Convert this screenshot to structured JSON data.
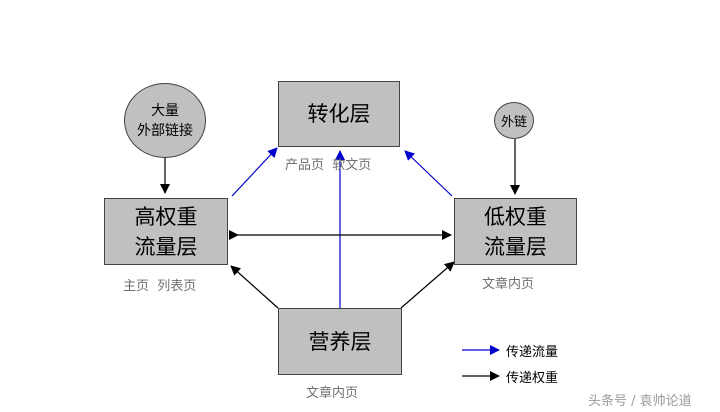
{
  "nodes": {
    "conversion": {
      "label": "转化层",
      "caption": "产品页  软文页"
    },
    "high": {
      "line1": "高权重",
      "line2": "流量层",
      "caption": "主页  列表页"
    },
    "low": {
      "line1": "低权重",
      "line2": "流量层",
      "caption": "文章内页"
    },
    "nutrition": {
      "label": "营养层",
      "caption": "文章内页"
    },
    "big_external": {
      "line1": "大量",
      "line2": "外部链接"
    },
    "external": {
      "label": "外链"
    }
  },
  "legend": {
    "traffic": {
      "label": "传递流量",
      "color": "#0000cc"
    },
    "weight": {
      "label": "传递权重",
      "color": "#000000"
    }
  },
  "watermark": "头条号 / 袁帅论道",
  "colors": {
    "box_fill": "#c0c0c0",
    "caption": "#707070",
    "traffic_arrow": "#0000cc",
    "weight_arrow": "#000000"
  }
}
